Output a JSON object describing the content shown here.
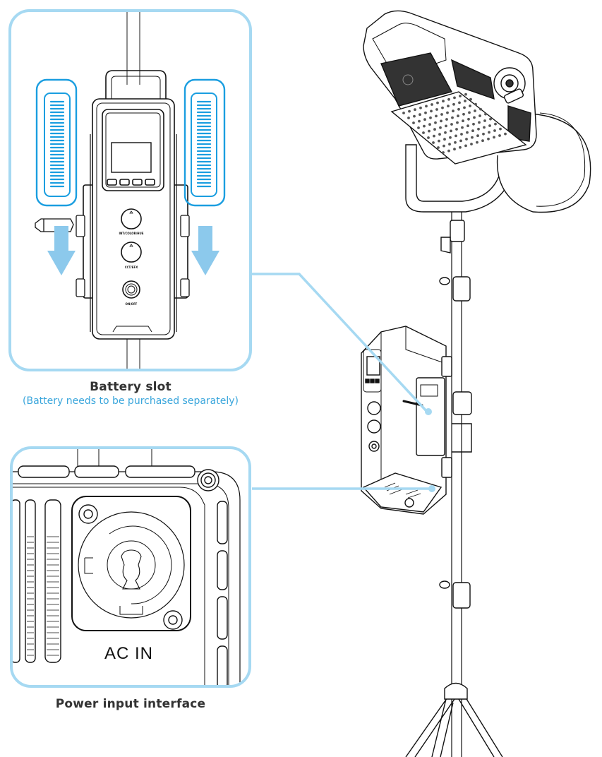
{
  "figure": {
    "accent_color": "#a6d9f2",
    "battery_highlight_color": "#1a9ee0",
    "callouts": [
      {
        "id": "battery-slot",
        "title": "Battery slot",
        "note": "(Battery needs to be purchased separately)",
        "panel_buttons": [
          "INT/COLOR/HUE",
          "CCT/EFX",
          "ON/OFF"
        ]
      },
      {
        "id": "power-input",
        "title": "Power input interface",
        "connector_label": "AC   IN"
      }
    ],
    "note_color": "#3aa6dc",
    "title_color": "#333333"
  }
}
